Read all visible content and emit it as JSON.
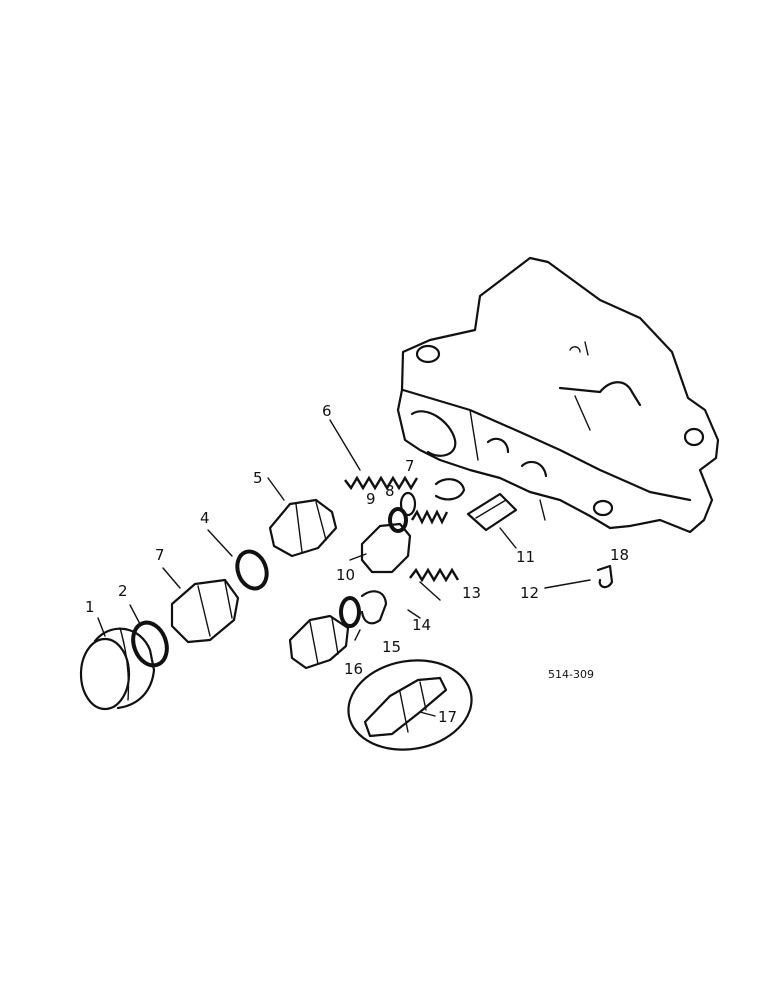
{
  "diagram": {
    "reference_number": "514-309",
    "callouts": [
      {
        "id": "c1",
        "label": "1"
      },
      {
        "id": "c2",
        "label": "2"
      },
      {
        "id": "c3",
        "label": "7"
      },
      {
        "id": "c4",
        "label": "4"
      },
      {
        "id": "c5",
        "label": "5"
      },
      {
        "id": "c6",
        "label": "6"
      },
      {
        "id": "c7",
        "label": "7"
      },
      {
        "id": "c8",
        "label": "8"
      },
      {
        "id": "c9",
        "label": "9"
      },
      {
        "id": "c10",
        "label": "10"
      },
      {
        "id": "c11",
        "label": "11"
      },
      {
        "id": "c12",
        "label": "12"
      },
      {
        "id": "c13",
        "label": "13"
      },
      {
        "id": "c14",
        "label": "14"
      },
      {
        "id": "c15",
        "label": "15"
      },
      {
        "id": "c16",
        "label": "16"
      },
      {
        "id": "c17",
        "label": "17"
      },
      {
        "id": "c18",
        "label": "18"
      }
    ]
  }
}
